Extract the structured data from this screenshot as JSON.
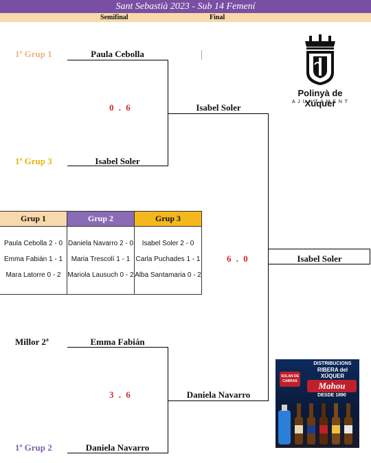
{
  "title": "Sant Sebastià 2023 - Sub 14 Femení",
  "rounds": {
    "semifinal": "Semifinal",
    "final": "Final"
  },
  "seeds": {
    "s1": "1ª Grup 1",
    "s2": "1ª Grup 3",
    "s3": "Millor 2ª",
    "s4": "1ª Grup 2"
  },
  "seed_colors": {
    "s1": "#f2b27e",
    "s2": "#e6b600",
    "s3": "#111111",
    "s4": "#7a5fa8"
  },
  "semi1": {
    "top": "Paula Cebolla",
    "bottom": "Isabel Soler",
    "score": "0 . 6",
    "winner": "Isabel Soler"
  },
  "semi2": {
    "top": "Emma Fabián",
    "bottom": "Daniela Navarro",
    "score": "3 . 6",
    "winner": "Daniela Navarro"
  },
  "final": {
    "score": "6 . 0",
    "winner": "Isabel Soler"
  },
  "groups": [
    {
      "label": "Grup 1",
      "color": "#f7d9ab",
      "text_color": "#111111",
      "rows": [
        "Paula Cebolla  2 - 0",
        "Emma Fabián  1 - 1",
        "Mara Latorre  0 - 2"
      ]
    },
    {
      "label": "Grup 2",
      "color": "#8a6bb5",
      "text_color": "#ffffff",
      "rows": [
        "Daniela Navarro 2 - 0",
        "Maria Trescolí 1 - 1",
        "Mariola Lausuch 0 - 2"
      ]
    },
    {
      "label": "Grup 3",
      "color": "#f5b81c",
      "text_color": "#111111",
      "rows": [
        "Isabel Soler  2 - 0",
        "Carla Puchades  1 - 1",
        "Alba Santamaria  0 - 2"
      ]
    }
  ],
  "logo": {
    "name": "Polinyà de Xúquer",
    "sub": "A J U N T A M E N T"
  },
  "sponsor": {
    "line1": "DISTRIBUCIONS",
    "line2": "RIBERA del",
    "line3": "XÚQUER",
    "brand": "Mahou",
    "since": "DESDE 1890",
    "badge": "SOLAN DE CABRAS"
  }
}
